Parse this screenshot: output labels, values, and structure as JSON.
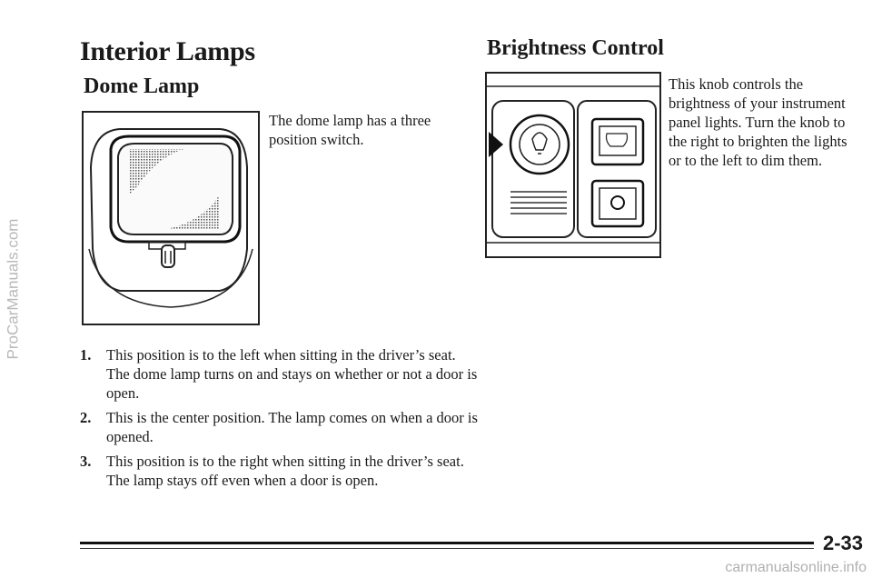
{
  "watermark_left": "ProCarManuals.com",
  "watermark_bottom": "carmanualsonline.info",
  "section_title": "Interior Lamps",
  "dome": {
    "heading": "Dome Lamp",
    "intro": "The dome lamp has a three position switch.",
    "figure_icon": "dome-lamp-illustration"
  },
  "brightness": {
    "heading": "Brightness Control",
    "text": "This knob controls the brightness of your instrument panel lights. Turn the knob to the right to brighten the lights or to the left to dim them.",
    "figure_icon": "brightness-knob-illustration"
  },
  "items": [
    {
      "number": "1.",
      "text": "This position is to the left when sitting in the driver’s seat. The dome lamp turns on and stays on whether or not a door is open."
    },
    {
      "number": "2.",
      "text": "This is the center position. The lamp comes on when a door is opened."
    },
    {
      "number": "3.",
      "text": "This position is to the right when sitting in the driver’s seat. The lamp stays off even when a door is open."
    }
  ],
  "page_number": "2-33"
}
